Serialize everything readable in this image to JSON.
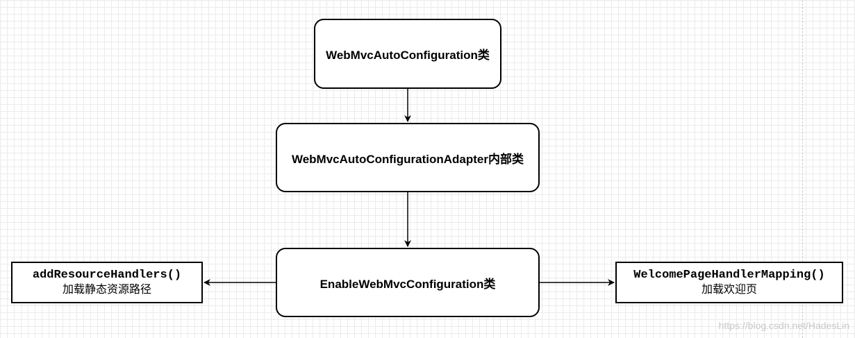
{
  "nodes": {
    "auto_config": {
      "label": "WebMvcAutoConfiguration类"
    },
    "adapter": {
      "label": "WebMvcAutoConfigurationAdapter内部类"
    },
    "enable": {
      "label": "EnableWebMvcConfiguration类"
    },
    "resource_handlers": {
      "method": "addResourceHandlers()",
      "description": "加载静态资源路径"
    },
    "welcome_page": {
      "method": "WelcomePageHandlerMapping()",
      "description": "加载欢迎页"
    }
  },
  "edges": [
    {
      "from": "auto_config",
      "to": "adapter"
    },
    {
      "from": "adapter",
      "to": "enable"
    },
    {
      "from": "enable",
      "to": "resource_handlers"
    },
    {
      "from": "enable",
      "to": "welcome_page"
    }
  ],
  "watermark": "https://blog.csdn.net/HadesLin",
  "colors": {
    "stroke": "#000000",
    "fill": "#ffffff",
    "grid": "#ebebeb",
    "watermark": "#c8c8c8"
  }
}
